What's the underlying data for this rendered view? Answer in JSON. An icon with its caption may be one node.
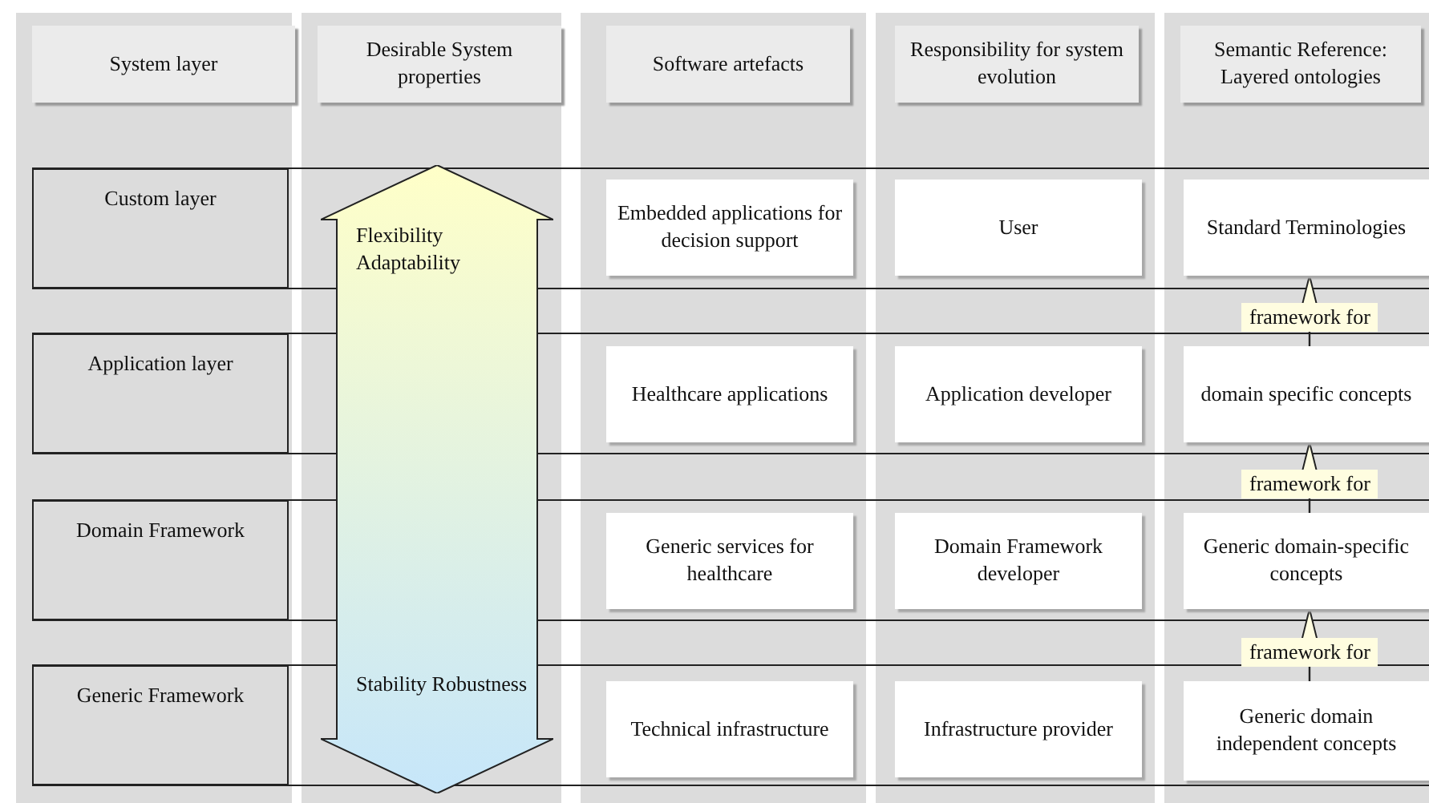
{
  "diagram": {
    "nodes": [
      {
        "text": [
          "System layer"
        ]
      },
      {
        "text": [
          "Desirable System properties"
        ]
      },
      {
        "text": [
          "Software artefacts"
        ]
      },
      {
        "text": [
          "Responsibility for system evolution"
        ]
      },
      {
        "text": [
          "Semantic Reference: Layered ontologies"
        ]
      },
      {
        "text": [
          "Custom layer"
        ]
      },
      {
        "text": [
          "Flexibility Adaptability",
          "Stability Robustness"
        ]
      },
      {
        "text": [
          "Embedded applications for decision support"
        ]
      },
      {
        "text": [
          "User"
        ]
      },
      {
        "text": [
          "Standard Terminologies"
        ]
      },
      {
        "text": [
          "Application layer"
        ]
      },
      {
        "text": [
          "Healthcare applications"
        ]
      },
      {
        "text": [
          "Application developer"
        ]
      },
      {
        "text": [
          "domain specific concepts"
        ]
      },
      {
        "text": [
          "Domain Framework"
        ]
      },
      {
        "text": [
          "Generic services for healthcare"
        ]
      },
      {
        "text": [
          "Domain Framework developer"
        ]
      },
      {
        "text": [
          "Generic domain-specific concepts"
        ]
      },
      {
        "text": [
          "Generic Framework"
        ]
      },
      {
        "text": [
          "Technical infrastructure"
        ]
      },
      {
        "text": [
          "Infrastructure provider"
        ]
      },
      {
        "text": [
          "Generic domain independent concepts"
        ]
      }
    ],
    "edges": [
      {
        "from": 13,
        "to": 9,
        "arrow": "to",
        "label": "framework for"
      },
      {
        "from": 17,
        "to": 13,
        "arrow": "to",
        "label": "framework for"
      },
      {
        "from": 21,
        "to": 17,
        "arrow": "to",
        "label": "framework for"
      }
    ]
  }
}
